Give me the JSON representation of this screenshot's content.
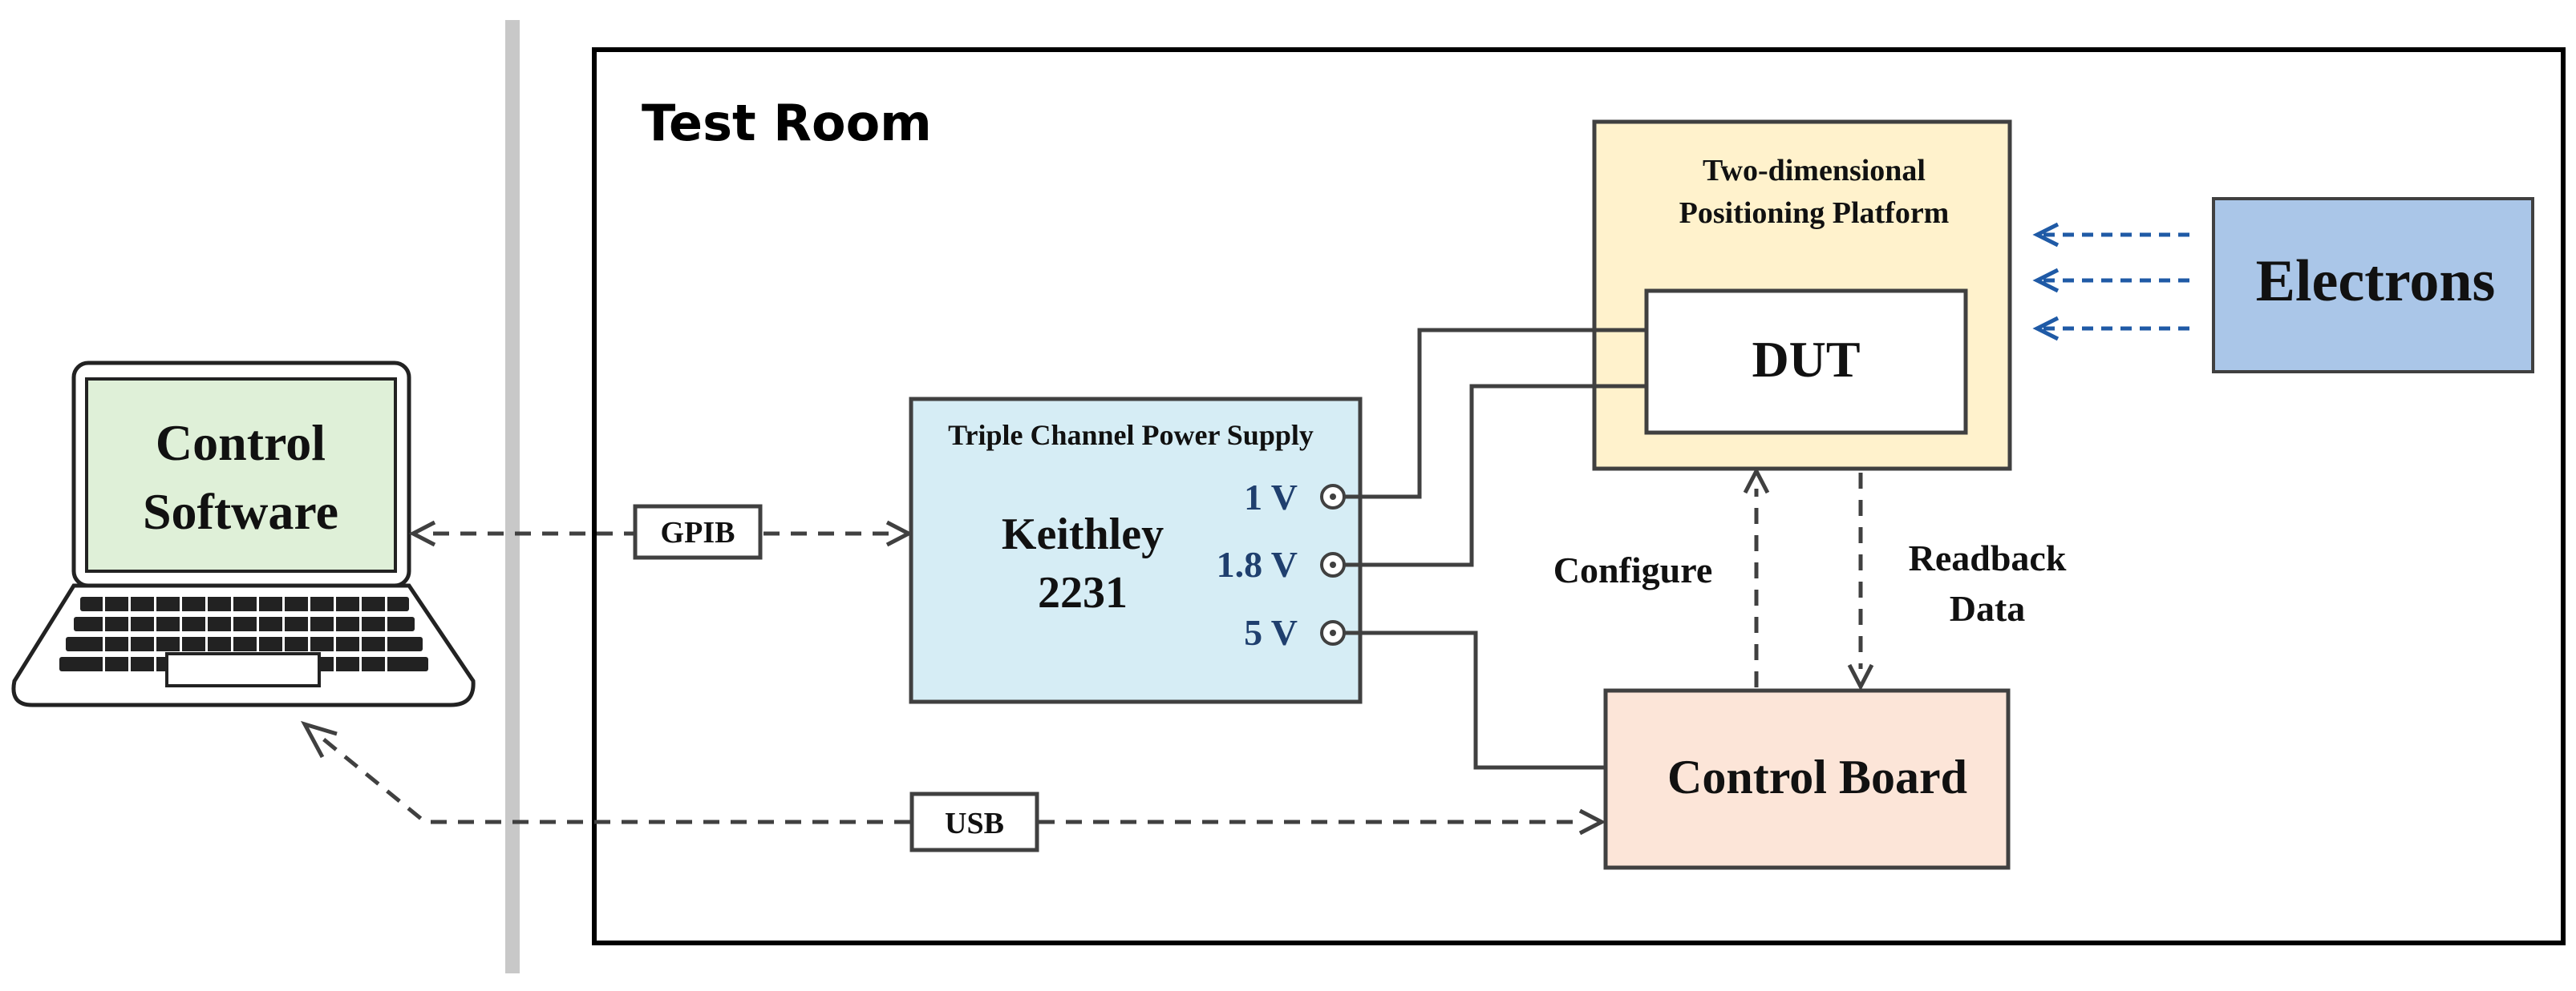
{
  "test_room": {
    "title": "Test Room"
  },
  "laptop": {
    "line1": "Control",
    "line2": "Software"
  },
  "power_supply": {
    "heading": "Triple Channel Power Supply",
    "model_line1": "Keithley",
    "model_line2": "2231",
    "channels": [
      "1 V",
      "1.8 V",
      "5 V"
    ]
  },
  "platform": {
    "line1": "Two-dimensional",
    "line2": "Positioning Platform"
  },
  "dut": {
    "label": "DUT"
  },
  "electrons": {
    "label": "Electrons"
  },
  "control_board": {
    "label": "Control Board"
  },
  "links": {
    "gpib": "GPIB",
    "usb": "USB",
    "configure": "Configure",
    "readback_line1": "Readback",
    "readback_line2": "Data"
  },
  "colors": {
    "laptop_screen": "#dff0d8",
    "power_supply": "#d6edf5",
    "platform": "#fff2cc",
    "electrons": "#aac6e8",
    "control_board": "#fce5d8",
    "channel_text": "#1f3f6e",
    "beam_arrows": "#1f5aa6"
  }
}
